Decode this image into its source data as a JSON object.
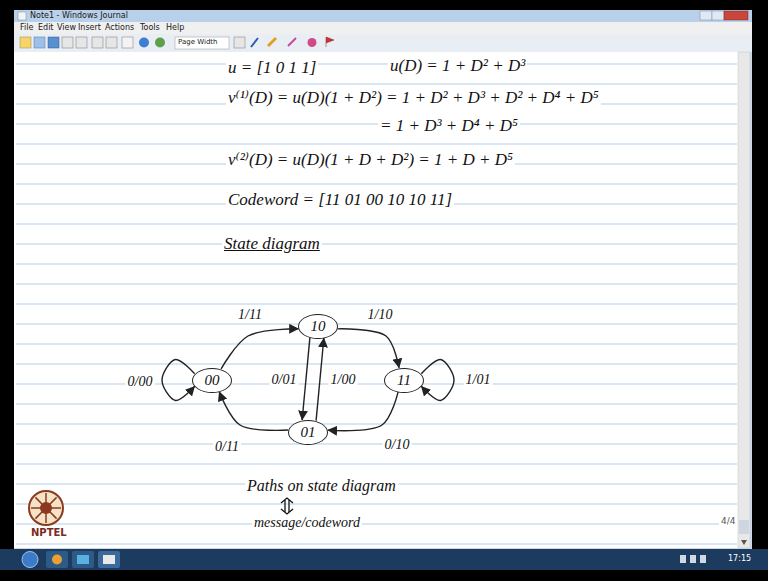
{
  "diagram": {
    "nodes": [
      {
        "text": [
          "00"
        ]
      },
      {
        "text": [
          "10"
        ]
      },
      {
        "text": [
          "11"
        ]
      },
      {
        "text": [
          "01"
        ]
      }
    ],
    "edges": [
      {
        "from": 0,
        "to": 0,
        "arrow": "to",
        "label": "0/00"
      },
      {
        "from": 0,
        "to": 1,
        "arrow": "to",
        "label": "1/11"
      },
      {
        "from": 1,
        "to": 2,
        "arrow": "to",
        "label": "1/10"
      },
      {
        "from": 2,
        "to": 2,
        "arrow": "to",
        "label": "1/01"
      },
      {
        "from": 1,
        "to": 3,
        "arrow": "to",
        "label": "0/01"
      },
      {
        "from": 3,
        "to": 1,
        "arrow": "to",
        "label": "1/00"
      },
      {
        "from": 2,
        "to": 3,
        "arrow": "to",
        "label": "0/10"
      },
      {
        "from": 3,
        "to": 0,
        "arrow": "to",
        "label": "0/11"
      }
    ],
    "labels": [
      "Note1 - Windows Journal",
      "File",
      "Edit",
      "View",
      "Insert",
      "Actions",
      "Tools",
      "Help",
      "Page Width",
      "u = [1 0 1 1]",
      "u(D) = 1 + D² + D³",
      "v⁽¹⁾(D) = u(D)(1 + D²) = 1 + D² + D³ + D² + D⁴ + D⁵",
      "= 1 + D³ + D⁴ + D⁵",
      "v⁽²⁾(D) = u(D)(1 + D + D²) = 1 + D + D⁵",
      "Codeword = [11 01 00 10 10 11]",
      "State diagram",
      "Paths on state diagram",
      "message/codeword",
      "4/4",
      "17:15",
      "NPTEL"
    ]
  }
}
